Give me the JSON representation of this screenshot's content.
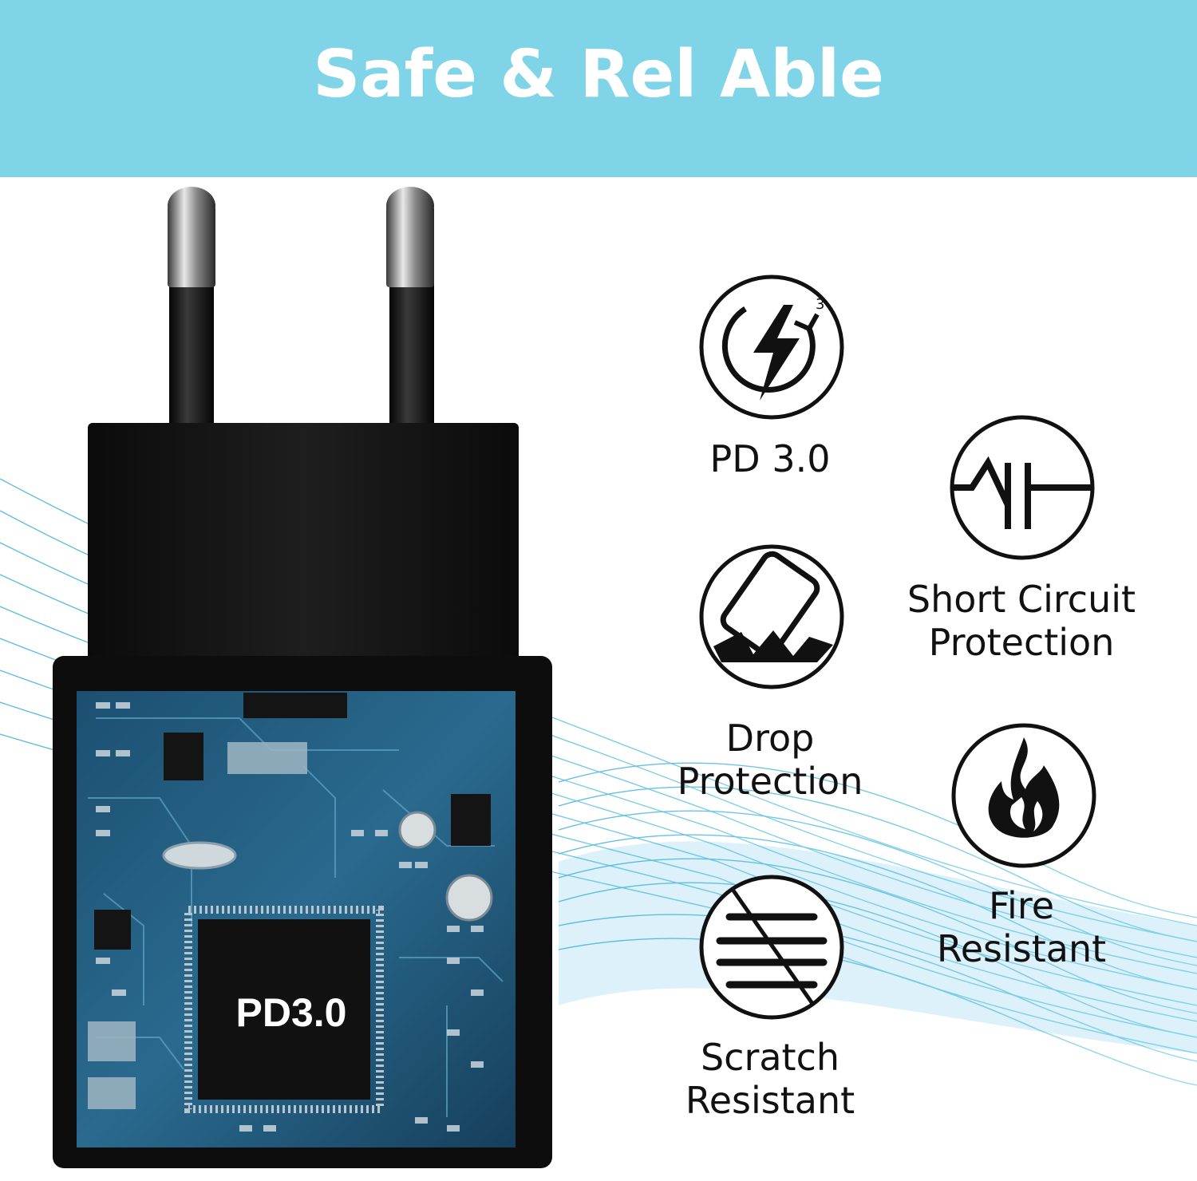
{
  "banner": {
    "title": "Safe & Rel Able",
    "background": "#7fd4e8"
  },
  "product": {
    "chip_label": "PD3.0",
    "body_color": "#111111",
    "board_color": "#1f5a7a"
  },
  "features": [
    {
      "icon": "lightning-bolt-icon",
      "label": "PD 3.0"
    },
    {
      "icon": "short-circuit-icon",
      "label": "Short Circuit\nProtection"
    },
    {
      "icon": "drop-protection-icon",
      "label": "Drop\nProtection"
    },
    {
      "icon": "flame-icon",
      "label": "Fire\nResistant"
    },
    {
      "icon": "scratch-resistant-icon",
      "label": "Scratch\nResistant"
    }
  ],
  "colors": {
    "accent_blue": "#2aa8d8",
    "icon_stroke": "#111111"
  }
}
